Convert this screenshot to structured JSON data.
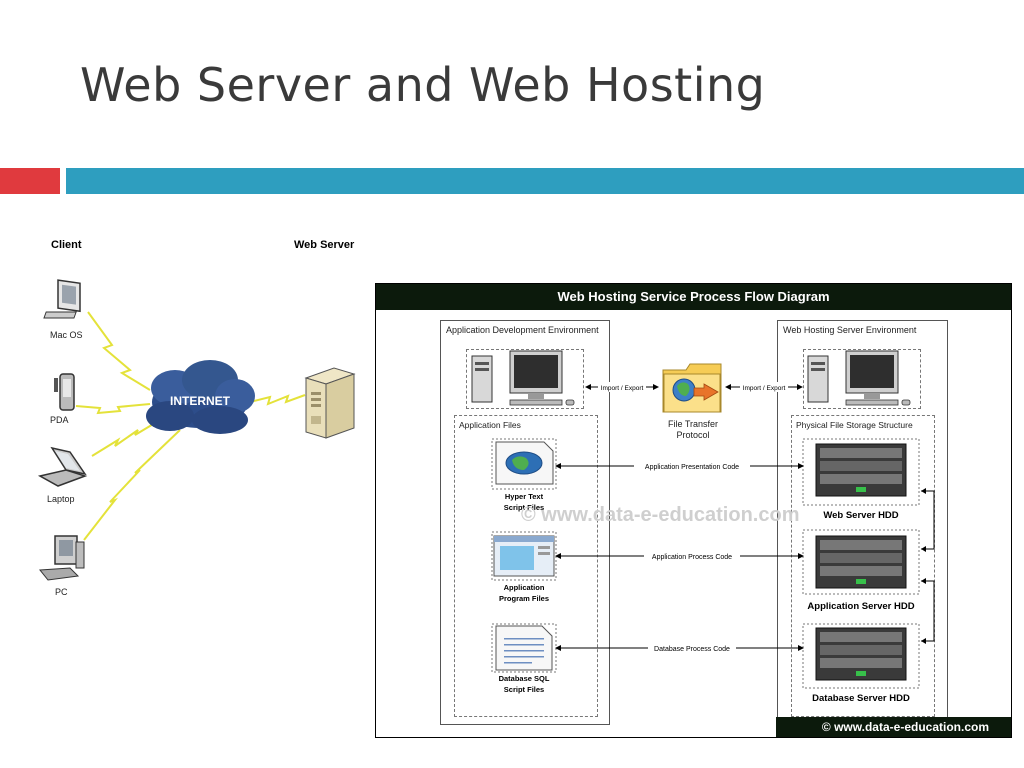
{
  "slide": {
    "title": "Web Server and Web Hosting"
  },
  "network": {
    "client_label": "Client",
    "server_label": "Web Server",
    "internet_label": "INTERNET",
    "devices": [
      "Mac OS",
      "PDA",
      "Laptop",
      "PC"
    ]
  },
  "flow": {
    "title": "Web Hosting Service Process Flow Diagram",
    "dev_env_label": "Application Development Environment",
    "host_env_label": "Web Hosting Server Environment",
    "app_files_label": "Application Files",
    "storage_label": "Physical File Storage Structure",
    "import_export_left": "Import / Export",
    "import_export_right": "Import / Export",
    "ftp_label_1": "File Transfer",
    "ftp_label_2": "Protocol",
    "files": [
      {
        "line1": "Hyper Text",
        "line2": "Script Files"
      },
      {
        "line1": "Application",
        "line2": "Program Files"
      },
      {
        "line1": "Database SQL",
        "line2": "Script Files"
      }
    ],
    "connections": [
      "Application Presentation Code",
      "Application Process Code",
      "Database Process Code"
    ],
    "servers": [
      "Web Server HDD",
      "Application Server HDD",
      "Database Server HDD"
    ],
    "watermark": "© www.data-e-education.com",
    "footer": "© www.data-e-education.com"
  }
}
